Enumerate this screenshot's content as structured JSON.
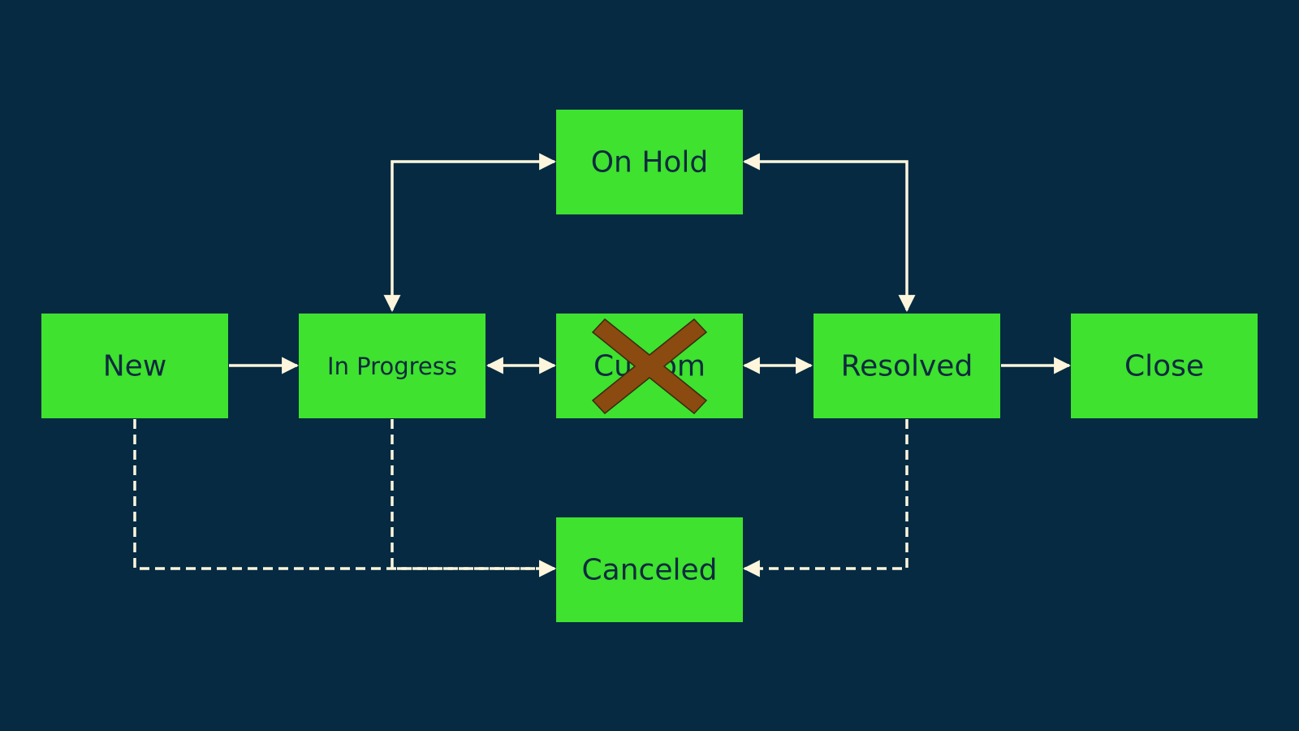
{
  "diagram": {
    "nodes": [
      {
        "id": "on_hold",
        "label": "On Hold"
      },
      {
        "id": "new",
        "label": "New"
      },
      {
        "id": "in_progress",
        "label": "In Progress"
      },
      {
        "id": "custom",
        "label": "Custom",
        "crossed_out": true
      },
      {
        "id": "resolved",
        "label": "Resolved"
      },
      {
        "id": "close",
        "label": "Close"
      },
      {
        "id": "canceled",
        "label": "Canceled"
      }
    ],
    "edges": [
      {
        "from": "new",
        "to": "in_progress",
        "style": "solid",
        "direction": "forward"
      },
      {
        "from": "in_progress",
        "to": "custom",
        "style": "solid",
        "direction": "both"
      },
      {
        "from": "custom",
        "to": "resolved",
        "style": "solid",
        "direction": "both"
      },
      {
        "from": "resolved",
        "to": "close",
        "style": "solid",
        "direction": "forward"
      },
      {
        "from": "in_progress",
        "to": "on_hold",
        "style": "solid",
        "direction": "both"
      },
      {
        "from": "on_hold",
        "to": "resolved",
        "style": "solid",
        "direction": "both"
      },
      {
        "from": "new",
        "to": "canceled",
        "style": "dashed",
        "direction": "forward"
      },
      {
        "from": "in_progress",
        "to": "canceled",
        "style": "dashed",
        "direction": "forward"
      },
      {
        "from": "resolved",
        "to": "canceled",
        "style": "dashed",
        "direction": "forward"
      }
    ]
  },
  "colors": {
    "background": "#052a42",
    "node_fill": "#3ee22f",
    "node_text": "#0f2a3e",
    "connector": "#fdf6dc",
    "cross_fill": "#8b4a10",
    "cross_stroke": "#3a2a10"
  }
}
